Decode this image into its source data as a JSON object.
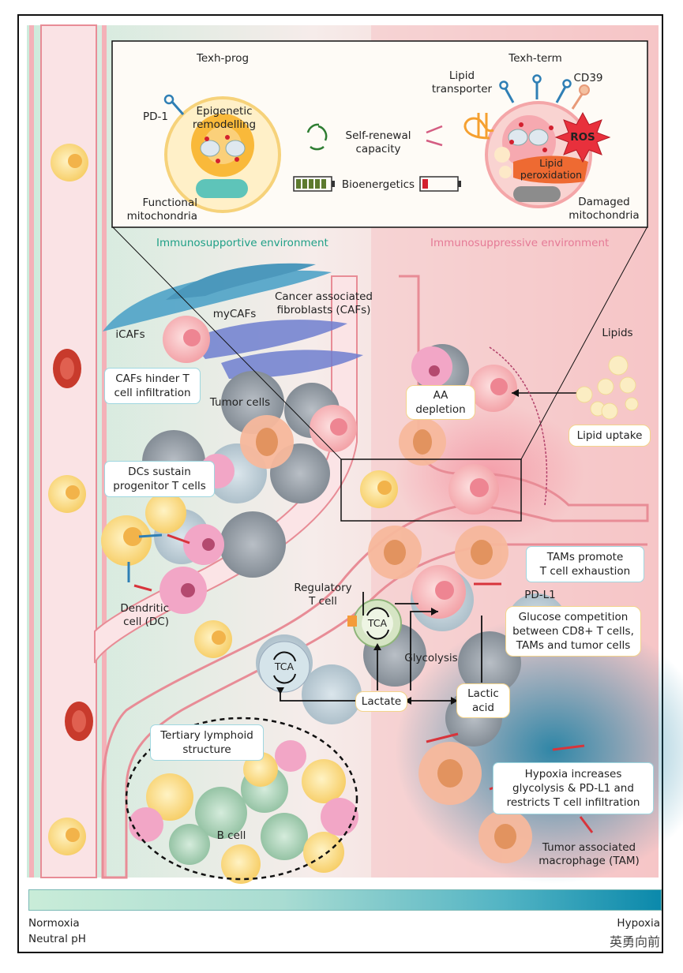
{
  "inset": {
    "left_title": "Texh-prog",
    "right_title": "Texh-term",
    "pd1": "PD-1",
    "epigenetic": "Epigenetic\nremodelling",
    "self_renewal": "Self-renewal\ncapacity",
    "bioenergetics": "Bioenergetics",
    "functional_mito": "Functional\nmitochondria",
    "lipid_transporter": "Lipid\ntransporter",
    "cd39": "CD39",
    "ros": "ROS",
    "lipid_perox": "Lipid\nperoxidation",
    "damaged_mito": "Damaged\nmitochondria"
  },
  "environment": {
    "supportive": "Immunosupportive environment",
    "suppressive": "Immunosuppressive environment"
  },
  "labels": {
    "cafs": "Cancer associated\nfibroblasts (CAFs)",
    "mycafs": "myCAFs",
    "icafs": "iCAFs",
    "tumor_cells": "Tumor cells",
    "dc": "Dendritic\ncell (DC)",
    "regulatory_t": "Regulatory\nT cell",
    "tca1": "TCA",
    "tca2": "TCA",
    "glycolysis": "Glycolysis",
    "lactate": "Lactate",
    "lactic_acid": "Lactic\nacid",
    "pdl1": "PD-L1",
    "lipids": "Lipids",
    "b_cell": "B cell",
    "tam": "Tumor associated\nmacrophage (TAM)"
  },
  "boxes": {
    "caf_hinder": "CAFs hinder T\ncell infiltration",
    "dc_sustain": "DCs sustain\nprogenitor T cells",
    "aa_depletion": "AA\ndepletion",
    "lipid_uptake": "Lipid uptake",
    "tams_promote": "TAMs promote\nT cell exhaustion",
    "glucose": "Glucose competition\nbetween CD8+ T cells,\nTAMs and tumor cells",
    "tls": "Tertiary lymphoid\nstructure",
    "hypoxia": "Hypoxia increases\nglycolysis & PD-L1 and\nrestricts T cell infiltration"
  },
  "footer": {
    "left_top": "Normoxia",
    "left_bottom": "Neutral pH",
    "right_top": "Hypoxia",
    "watermark": "英勇向前"
  },
  "colors": {
    "supportive": "#1e9f86",
    "suppressive": "#e57a96",
    "gradient_start": "#c9ecd8",
    "gradient_end": "#0b89ab"
  }
}
